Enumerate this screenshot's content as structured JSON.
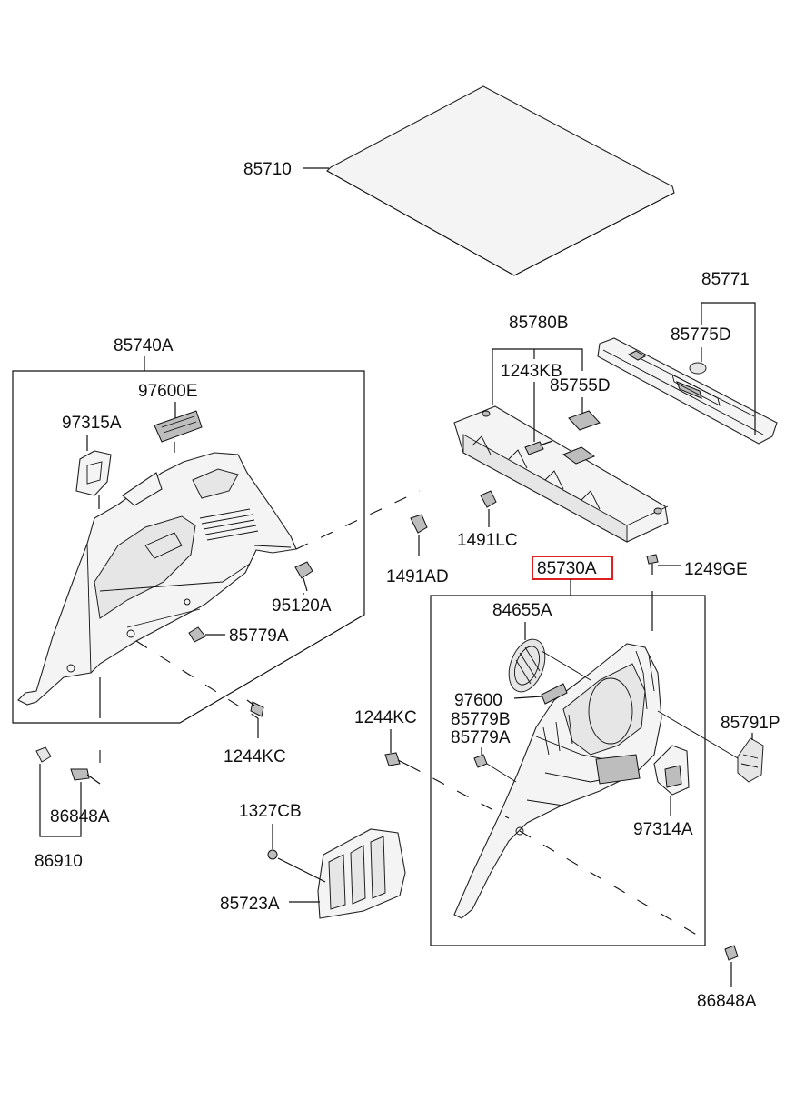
{
  "labels": {
    "p85710": "85710",
    "p85771": "85771",
    "p85775D": "85775D",
    "p85780B": "85780B",
    "p1243KB": "1243KB",
    "p85755D": "85755D",
    "p1491LC": "1491LC",
    "p85740A": "85740A",
    "p97600E": "97600E",
    "p97315A": "97315A",
    "p1491AD": "1491AD",
    "p95120A": "95120A",
    "p85779A_left": "85779A",
    "p85730A": "85730A",
    "p1249GE": "1249GE",
    "p84655A": "84655A",
    "p97600": "97600",
    "p85779B": "85779B",
    "p85779A_right": "85779A",
    "p1244KC_right": "1244KC",
    "p85791P": "85791P",
    "p97314A": "97314A",
    "p1244KC_left": "1244KC",
    "p86848A_left": "86848A",
    "p86910": "86910",
    "p1327CB": "1327CB",
    "p85723A": "85723A",
    "p86848A_right": "86848A"
  },
  "highlight": {
    "label": "p85730A",
    "color": "#e02020"
  }
}
